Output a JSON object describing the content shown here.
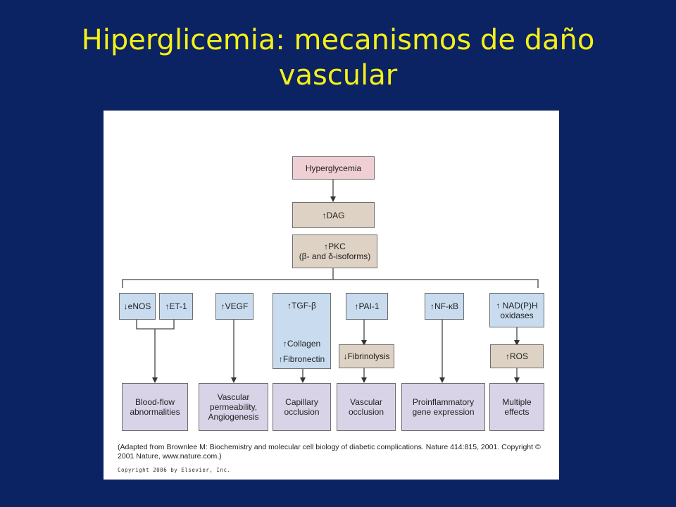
{
  "slide": {
    "title": "Hiperglicemia: mecanismos de daño vascular"
  },
  "diagram": {
    "top": {
      "hyperglycemia": "Hyperglycemia",
      "dag": "↑DAG",
      "pkc": "↑PKC\n(β- and δ-isoforms)"
    },
    "mediators": {
      "enos": "↓eNOS",
      "et1": "↑ET-1",
      "vegf": "↑VEGF",
      "tgfb": "↑TGF-β",
      "pai1": "↑PAI-1",
      "nfkb": "↑NF-κB",
      "nadph": "↑ NAD(P)H\noxidases"
    },
    "intermediate": {
      "collagen": "↑Collagen",
      "fibronectin": "↑Fibronectin",
      "fibrinolysis": "↓Fibrinolysis",
      "ros": "↑ROS"
    },
    "outcomes": {
      "blood_flow": "Blood-flow\nabnormalities",
      "vascular_perm": "Vascular\npermeability,\nAngiogenesis",
      "capillary": "Capillary\nocclusion",
      "vascular_occ": "Vascular\nocclusion",
      "proinflammatory": "Proinflammatory\ngene expression",
      "multiple": "Multiple\neffects"
    },
    "caption": "(Adapted from Brownlee M: Biochemistry and molecular cell biology of diabetic complications. Nature 414:815, 2001. Copyright © 2001 Nature, www.nature.com.)",
    "copyright": "Copyright 2006 by Elsevier, Inc."
  },
  "colors": {
    "background": "#0b2263",
    "title": "#f5f018",
    "pink_box": "#efcfd4",
    "tan_box": "#ddd2c3",
    "blue_box": "#c9dcef",
    "lavender_box": "#d9d3e8"
  }
}
